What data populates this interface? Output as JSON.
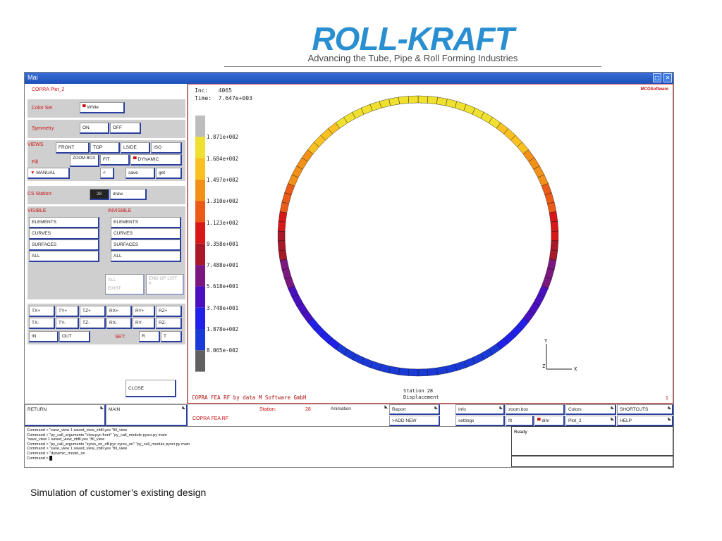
{
  "logo": {
    "name": "ROLL-KRAFT",
    "tagline": "Advancing the Tube, Pipe & Roll Forming Industries"
  },
  "window": {
    "title": "Mai"
  },
  "panel": {
    "plot_title": "COPRA Plot_2",
    "color_set_label": "Color Set",
    "color_set_value": "White",
    "symmetry_label": "Symmetry",
    "symmetry_on": "ON",
    "symmetry_off": "OFF",
    "views_label": "VIEWS",
    "views": [
      "FRONT",
      "TOP",
      "LSIDE",
      "ISO"
    ],
    "fill_label": "Fill",
    "zoom_box": "ZOOM BOX",
    "fit": "FIT",
    "dynamic": "DYNAMIC",
    "manual": "MANUAL",
    "lt": "<",
    "save": "save",
    "get": "get",
    "cs_station_label": "CS Station:",
    "cs_station_value": "28",
    "draw": "draw",
    "visible_label": "VISIBLE",
    "invisible_label": "INVISIBLE",
    "vis_items": [
      "ELEMENTS",
      "CURVES",
      "SURFACES",
      "ALL"
    ],
    "invis_items": [
      "ELEMENTS",
      "CURVES",
      "SURFACES",
      "ALL"
    ],
    "all_label": "ALL",
    "exist_label": "EXIST",
    "end_of_list": "END OF LIST #",
    "tx_row1": [
      "TX+",
      "TY+",
      "TZ+",
      "RX+",
      "RY+",
      "RZ+"
    ],
    "tx_row2": [
      "TX-",
      "TY-",
      "TZ-",
      "RX-",
      "RY-",
      "RZ-"
    ],
    "in": "IN",
    "out": "OUT",
    "set_label": "SET:",
    "r": "R",
    "t": "T",
    "close": "CLOSE"
  },
  "viewport": {
    "inc_line": "Inc:   4065",
    "time_line": "Time:  7.647e+003",
    "legend": [
      "1.871e+002",
      "1.684e+002",
      "1.497e+002",
      "1.310e+002",
      "1.123e+002",
      "9.358e+001",
      "7.488e+001",
      "5.618e+001",
      "3.748e+001",
      "1.878e+002",
      "8.065e-002"
    ],
    "legend_colors": [
      "#bdbdbd",
      "#f0e030",
      "#f8c020",
      "#f29018",
      "#ec5a18",
      "#d81818",
      "#a81828",
      "#7a1880",
      "#4a10c0",
      "#2020e8",
      "#1a3ad8",
      "#606060"
    ],
    "footer_left": "COPRA FEA RF by data M Software GmbH",
    "footer_station": "Station 28",
    "footer_disp": "Displacement",
    "footer_right": "1",
    "corner_logo": "MCOSoftware",
    "axis_x": "X",
    "axis_y": "Y",
    "axis_z": "Z"
  },
  "toolbar": {
    "return": "RETURN",
    "main": "MAIN",
    "station_label": "Station:",
    "station_value": "28",
    "copra_fea": "COPRA FEA RF",
    "animation": "Animation",
    "report": "Report",
    "add_new": ">ADD NEW",
    "info": "Info",
    "settings": "settings",
    "zoom_box": "zoom box",
    "fit": "fit",
    "dim": "dim",
    "colors": "Colors",
    "plot2": "Plot_2",
    "shortcuts": "SHORTCUTS",
    "help": "HELP"
  },
  "console": {
    "lines": [
      "Command > \"save_view 1 saved_view_zbfil.yes \"fill_view",
      "Command > \"py_call_arguments \"view.pyc front\" \"py_call_module pyscr.py main",
      "\"save_view 1 saved_view_zbfil.yes \"fill_view",
      "Command > \"py_call_arguments \"syres_on_off.pyc syres_on\" \"py_call_module pyscr.py main",
      "Command > \"save_view 1 saved_view_zbfil.yes \"fill_view",
      "Command > \"dynamic_model_on",
      "Command >"
    ],
    "ready": "Ready"
  },
  "caption": "Simulation of customer’s existing design"
}
